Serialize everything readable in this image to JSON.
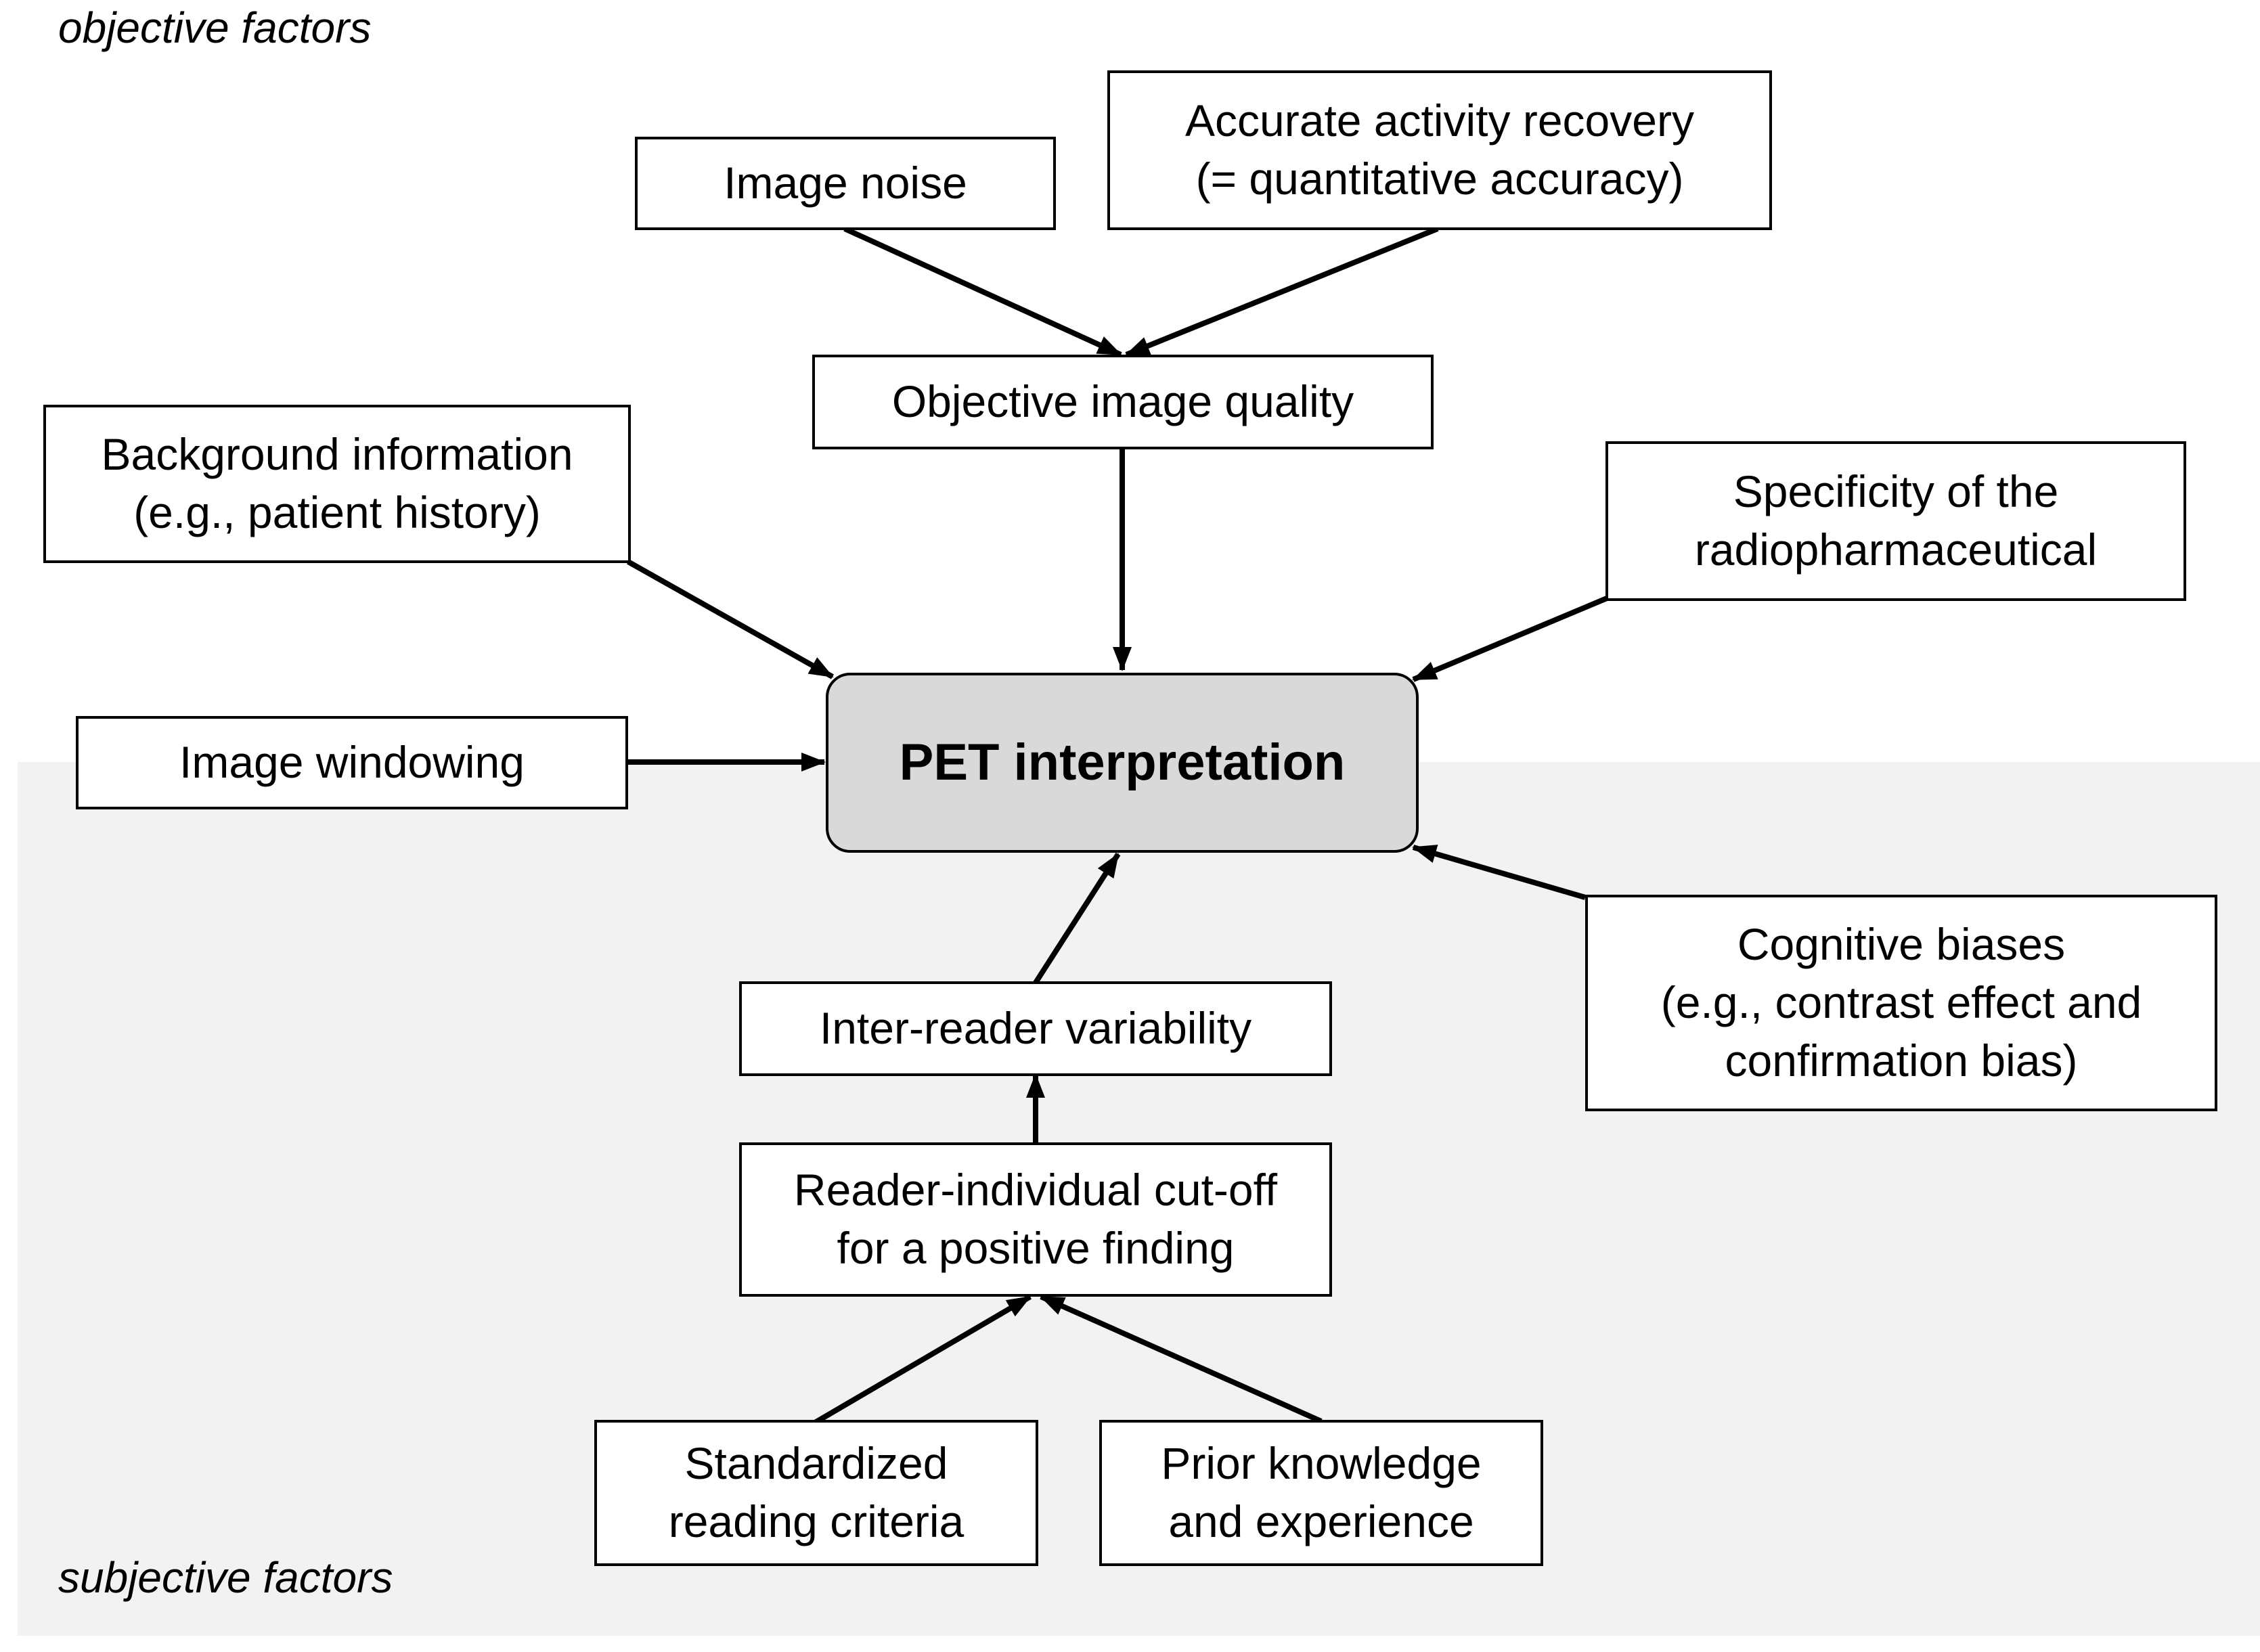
{
  "zones": {
    "objective_label": "objective factors",
    "subjective_label": "subjective factors"
  },
  "nodes": {
    "image_noise": [
      "Image noise"
    ],
    "activity_recovery": [
      "Accurate activity recovery",
      "(= quantitative accuracy)"
    ],
    "objective_quality": [
      "Objective image quality"
    ],
    "background_info": [
      "Background information",
      "(e.g., patient history)"
    ],
    "specificity": [
      "Specificity of the",
      "radiopharmaceutical"
    ],
    "image_windowing": [
      "Image windowing"
    ],
    "pet_interpretation": [
      "PET interpretation"
    ],
    "cognitive_biases": [
      "Cognitive biases",
      "(e.g., contrast effect and",
      "confirmation bias)"
    ],
    "inter_reader": [
      "Inter-reader variability"
    ],
    "cutoff": [
      "Reader-individual cut-off",
      "for a positive finding"
    ],
    "standardized_criteria": [
      "Standardized",
      "reading criteria"
    ],
    "prior_knowledge": [
      "Prior knowledge",
      "and experience"
    ]
  },
  "edges": [
    {
      "from": "image_noise",
      "to": "objective_quality"
    },
    {
      "from": "activity_recovery",
      "to": "objective_quality"
    },
    {
      "from": "objective_quality",
      "to": "pet_interpretation"
    },
    {
      "from": "background_info",
      "to": "pet_interpretation"
    },
    {
      "from": "specificity",
      "to": "pet_interpretation"
    },
    {
      "from": "image_windowing",
      "to": "pet_interpretation"
    },
    {
      "from": "cognitive_biases",
      "to": "pet_interpretation"
    },
    {
      "from": "inter_reader",
      "to": "pet_interpretation"
    },
    {
      "from": "cutoff",
      "to": "inter_reader"
    },
    {
      "from": "standardized_criteria",
      "to": "cutoff"
    },
    {
      "from": "prior_knowledge",
      "to": "cutoff"
    }
  ]
}
